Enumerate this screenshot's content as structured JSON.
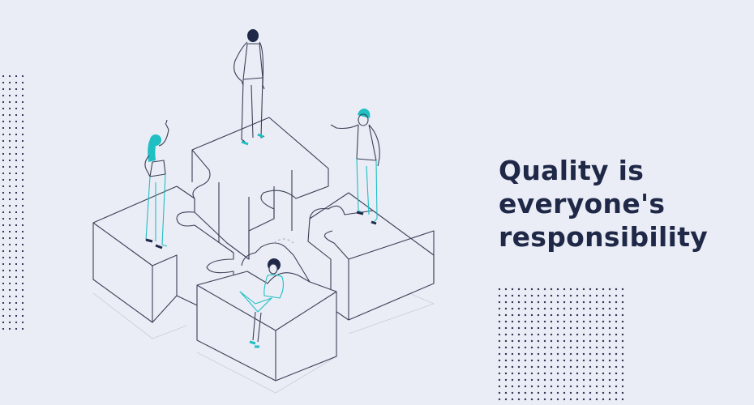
{
  "headline": {
    "line1": "Quality is",
    "line2": "everyone's",
    "line3": "responsibility"
  },
  "illustration": {
    "description": "Isometric puzzle pieces with four people standing and sitting on them",
    "colors": {
      "line": "#3a3f55",
      "accent": "#1fbfc3",
      "background": "#eaedf6",
      "hair": "#1f2847"
    }
  },
  "decor": {
    "left_dot_grid": {
      "columns": 4,
      "rows": 40
    },
    "right_dot_grid": {
      "columns": 20,
      "rows": 18
    }
  }
}
